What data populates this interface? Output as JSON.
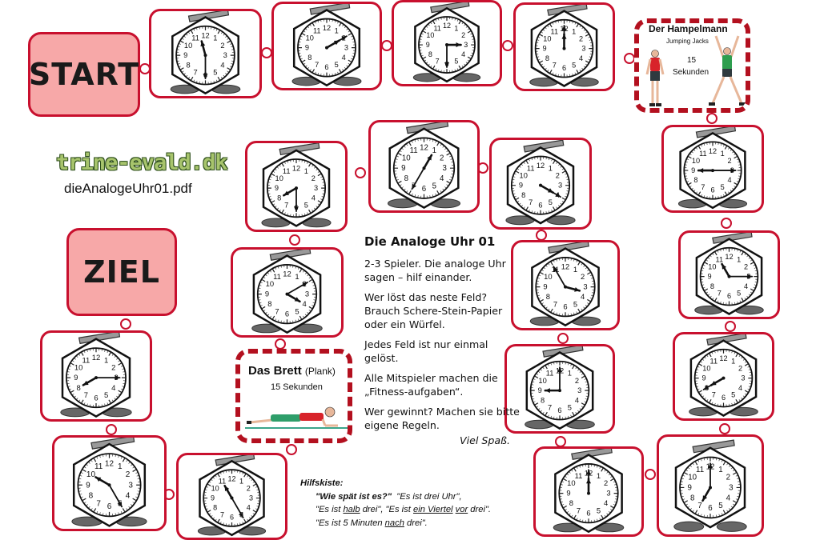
{
  "start_label": "START",
  "ziel_label": "ZIEL",
  "logo_text": "trine-evald.dk",
  "filename": "dieAnalogeUhr01.pdf",
  "info": {
    "title": "Die Analoge Uhr 01",
    "p1": "2-3 Spieler. Die analoge Uhr sagen – hilf einander.",
    "p2": "Wer löst das neste Feld? Brauch Schere-Stein-Papier oder ein Würfel.",
    "p3": "Jedes Feld ist nur einmal gelöst.",
    "p4": "Alle Mitspieler machen die „Fitness-aufgaben“.",
    "p5": "Wer gewinnt?  Machen sie bitte eigene Regeln.",
    "signoff": "Viel Spaß."
  },
  "help": {
    "title": "Hilfskiste:",
    "q": "\"Wie spät ist es?\"",
    "a1": "\"Es ist drei Uhr\",",
    "a2_pre": "\"Es ist ",
    "a2_u1": "halb",
    "a2_mid1": " drei\", \"Es ist ",
    "a2_u2": "ein Viertel",
    "a2_sp": " ",
    "a2_u3": "vor",
    "a2_post": " drei\".",
    "a3_pre": "\"Es ist 5 Minuten ",
    "a3_u": "nach",
    "a3_post": " drei\"."
  },
  "fitness_1": {
    "title": "Der Hampelmann",
    "subtitle": "Jumping Jacks",
    "count": "15",
    "unit": "Sekunden"
  },
  "fitness_2": {
    "title": "Das Brett",
    "subtitle": "(Plank)",
    "duration": "15 Sekunden"
  },
  "clock_numerals": [
    "12",
    "1",
    "2",
    "3",
    "4",
    "5",
    "6",
    "7",
    "8",
    "9",
    "10",
    "11"
  ],
  "clocks": [
    {
      "id": 1,
      "hour": 11.5,
      "minute": 30
    },
    {
      "id": 2,
      "hour": 2,
      "minute": 10
    },
    {
      "id": 3,
      "hour": 3,
      "minute": 30
    },
    {
      "id": 4,
      "hour": 12,
      "minute": 0
    },
    {
      "id": 5,
      "hour": 9,
      "minute": 15
    },
    {
      "id": 6,
      "hour": 11,
      "minute": 15
    },
    {
      "id": 7,
      "hour": 8,
      "minute": 40
    },
    {
      "id": 8,
      "hour": 7,
      "minute": 0
    },
    {
      "id": 9,
      "hour": 12,
      "minute": 0
    },
    {
      "id": 10,
      "hour": 9,
      "minute": 0
    },
    {
      "id": 11,
      "hour": 3.5,
      "minute": 55
    },
    {
      "id": 12,
      "hour": 4,
      "minute": 20
    },
    {
      "id": 13,
      "hour": 1,
      "minute": 35
    },
    {
      "id": 14,
      "hour": 8,
      "minute": 30
    },
    {
      "id": 15,
      "hour": 4,
      "minute": 10
    },
    {
      "id": 16,
      "hour": 8,
      "minute": 15
    },
    {
      "id": 17,
      "hour": 10,
      "minute": 25
    },
    {
      "id": 18,
      "hour": 11,
      "minute": 25
    }
  ],
  "colors": {
    "border": "#c8102e",
    "start_bg": "#f7a8a8",
    "logo": "#a7c46c"
  }
}
